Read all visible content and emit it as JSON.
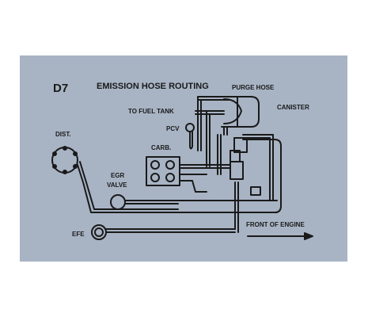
{
  "decal": {
    "code": "D7",
    "title": "EMISSION HOSE ROUTING"
  },
  "labels": {
    "purge_hose": "PURGE HOSE",
    "to_fuel_tank": "TO FUEL TANK",
    "canister": "CANISTER",
    "pcv": "PCV",
    "carb": "CARB.",
    "dist": "DIST.",
    "egr_valve_line1": "EGR",
    "egr_valve_line2": "VALVE",
    "efe": "EFE",
    "front_of_engine": "FRONT OF ENGINE"
  },
  "colors": {
    "panel": "#a8b4c4",
    "ink": "#1a1a1a"
  }
}
